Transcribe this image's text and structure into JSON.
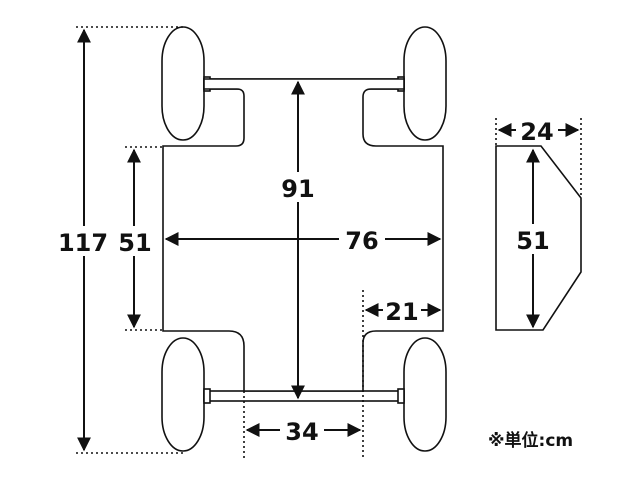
{
  "dimensions": {
    "total_length": "117",
    "wheelbase": "91",
    "body_width": "76",
    "side_depth": "51",
    "rear_offset": "21",
    "axle_segment": "34",
    "side_view_width": "24",
    "side_view_height": "51"
  },
  "unit_note": "※単位:cm",
  "colors": {
    "line": "#111111",
    "background": "#ffffff"
  }
}
